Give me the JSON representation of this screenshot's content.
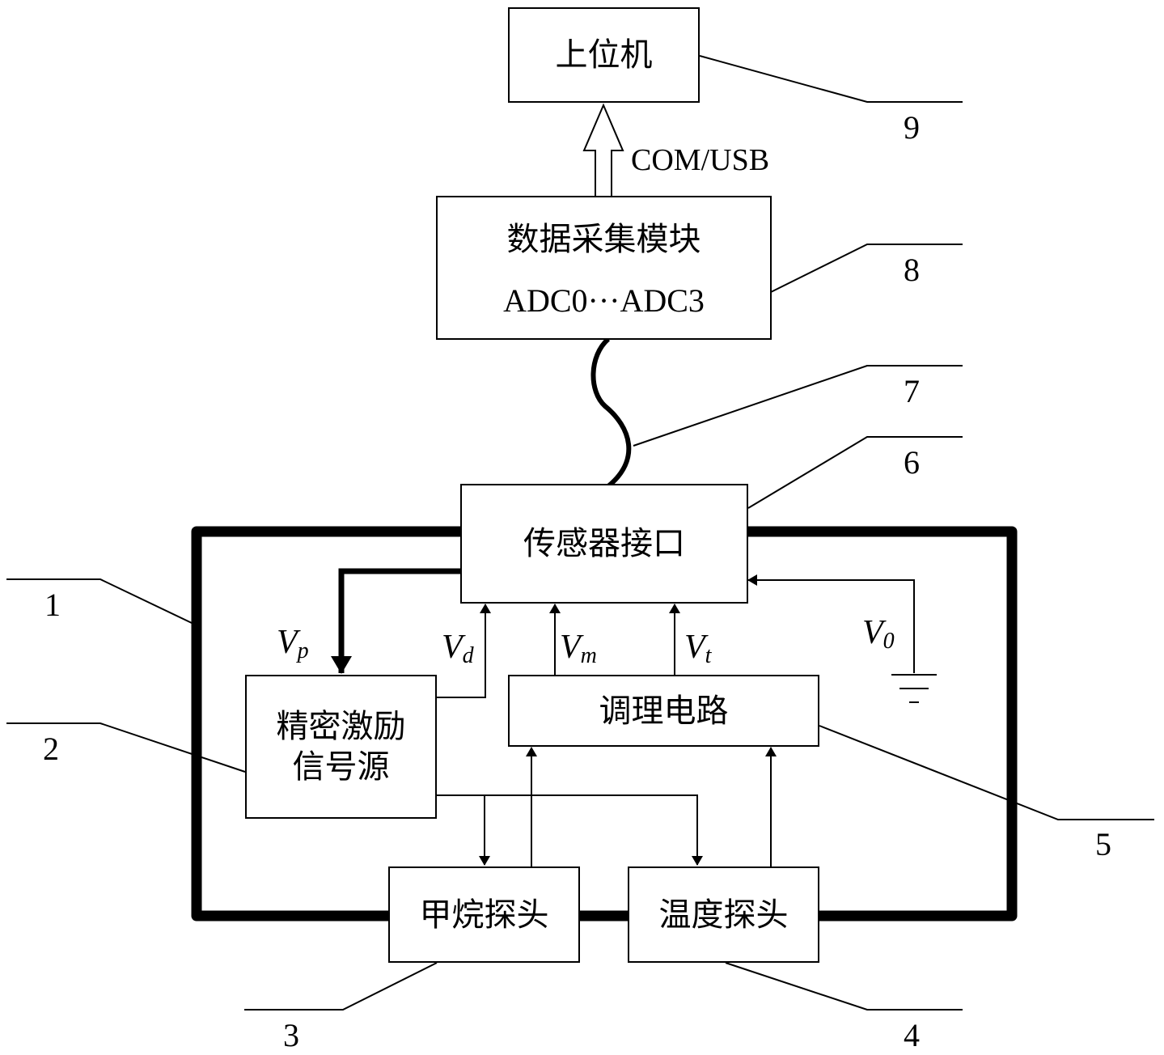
{
  "blocks": {
    "host": "上位机",
    "daq_title": "数据采集模块",
    "daq_channels": "ADC0···ADC3",
    "sensor_interface": "传感器接口",
    "excitation_line1": "精密激励",
    "excitation_line2": "信号源",
    "conditioning": "调理电路",
    "methane_probe": "甲烷探头",
    "temperature_probe": "温度探头"
  },
  "bus_label": "COM/USB",
  "signals": {
    "vp": {
      "base": "V",
      "sub": "p"
    },
    "vd": {
      "base": "V",
      "sub": "d"
    },
    "vm": {
      "base": "V",
      "sub": "m"
    },
    "vt": {
      "base": "V",
      "sub": "t"
    },
    "v0": {
      "base": "V",
      "sub": "0"
    }
  },
  "callouts": [
    "1",
    "2",
    "3",
    "4",
    "5",
    "6",
    "7",
    "8",
    "9"
  ]
}
